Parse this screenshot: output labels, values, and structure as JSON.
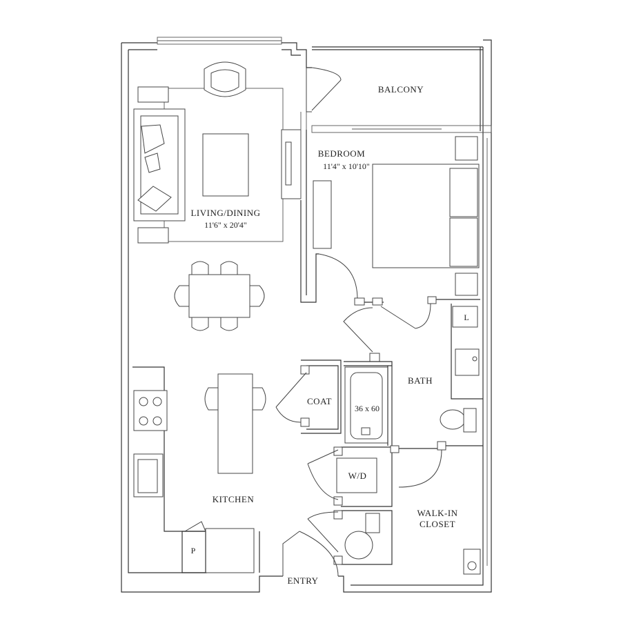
{
  "rooms": {
    "balcony": "BALCONY",
    "bedroom": "BEDROOM",
    "bedroom_dims": "11'4\" x 10'10\"",
    "living": "LIVING/DINING",
    "living_dims": "11'6\" x 20'4\"",
    "coat": "COAT",
    "bath": "BATH",
    "tub": "36 x 60",
    "washer_dryer": "W/D",
    "kitchen": "KITCHEN",
    "walkin_line1": "WALK-IN",
    "walkin_line2": "CLOSET",
    "entry": "ENTRY",
    "pantry": "P",
    "linen": "L"
  }
}
